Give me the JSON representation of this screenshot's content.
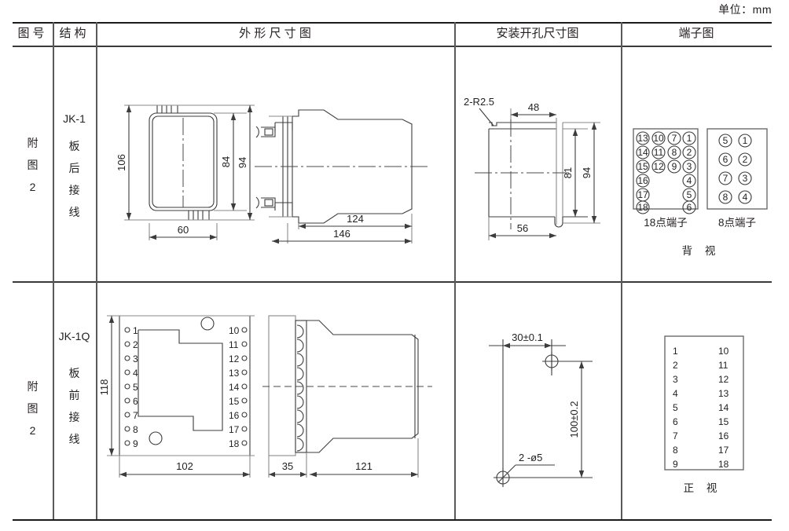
{
  "unit_note": "单位：mm",
  "table": {
    "headers": [
      {
        "key": "fig_no",
        "label": "图号"
      },
      {
        "key": "structure",
        "label": "结构"
      },
      {
        "key": "outline",
        "label": "外 形 尺 寸 图"
      },
      {
        "key": "cutout",
        "label": "安装开孔尺寸图"
      },
      {
        "key": "terminal",
        "label": "端子图"
      }
    ],
    "rows": [
      {
        "fig_no": "附图 2",
        "fig_no_chars": [
          "附",
          "图",
          "2"
        ],
        "structure_model": "JK-1",
        "structure_chars": [
          "板",
          "后",
          "接",
          "线"
        ],
        "outline": {
          "front_view": {
            "height_overall": "106",
            "height_inner": "84",
            "height_mid": "94",
            "width": "60"
          },
          "side_view": {
            "body_length": "124",
            "overall_length": "146"
          }
        },
        "cutout": {
          "corner_radius": "2-R2.5",
          "top_width": "48",
          "bottom_width": "56",
          "inner_height": "81",
          "outer_height": "94"
        },
        "terminal": {
          "view_label": "背   视",
          "blocks": [
            {
              "name": "18点端子",
              "grid": [
                [
                  "13",
                  "10",
                  "7",
                  "1"
                ],
                [
                  "14",
                  "11",
                  "8",
                  "2"
                ],
                [
                  "15",
                  "12",
                  "9",
                  "3"
                ],
                [
                  "16",
                  "",
                  "",
                  "4"
                ],
                [
                  "17",
                  "",
                  "",
                  "5"
                ],
                [
                  "18",
                  "",
                  "",
                  "6"
                ]
              ],
              "circled": true
            },
            {
              "name": "8点端子",
              "grid": [
                [
                  "5",
                  "1"
                ],
                [
                  "6",
                  "2"
                ],
                [
                  "7",
                  "3"
                ],
                [
                  "8",
                  "4"
                ]
              ],
              "circled": true
            }
          ]
        }
      },
      {
        "fig_no": "附图 2",
        "fig_no_chars": [
          "附",
          "图",
          "2"
        ],
        "structure_model": "JK-1Q",
        "structure_chars": [
          "板",
          "前",
          "接",
          "线"
        ],
        "outline": {
          "front_view": {
            "height": "118",
            "width": "102",
            "left_terminals": [
              "1",
              "2",
              "3",
              "4",
              "5",
              "6",
              "7",
              "8",
              "9"
            ],
            "right_terminals": [
              "10",
              "11",
              "12",
              "13",
              "14",
              "15",
              "16",
              "17",
              "18"
            ]
          },
          "side_view": {
            "flange_depth": "35",
            "body_length": "121"
          }
        },
        "cutout": {
          "horizontal": "30±0.1",
          "vertical": "100±0.2",
          "holes": "2 -ø5"
        },
        "terminal": {
          "view_label": "正   视",
          "blocks": [
            {
              "name": "",
              "grid": [
                [
                  "1",
                  "10"
                ],
                [
                  "2",
                  "11"
                ],
                [
                  "3",
                  "12"
                ],
                [
                  "4",
                  "13"
                ],
                [
                  "5",
                  "14"
                ],
                [
                  "6",
                  "15"
                ],
                [
                  "7",
                  "16"
                ],
                [
                  "8",
                  "17"
                ],
                [
                  "9",
                  "18"
                ]
              ],
              "circled": false
            }
          ]
        }
      }
    ]
  }
}
